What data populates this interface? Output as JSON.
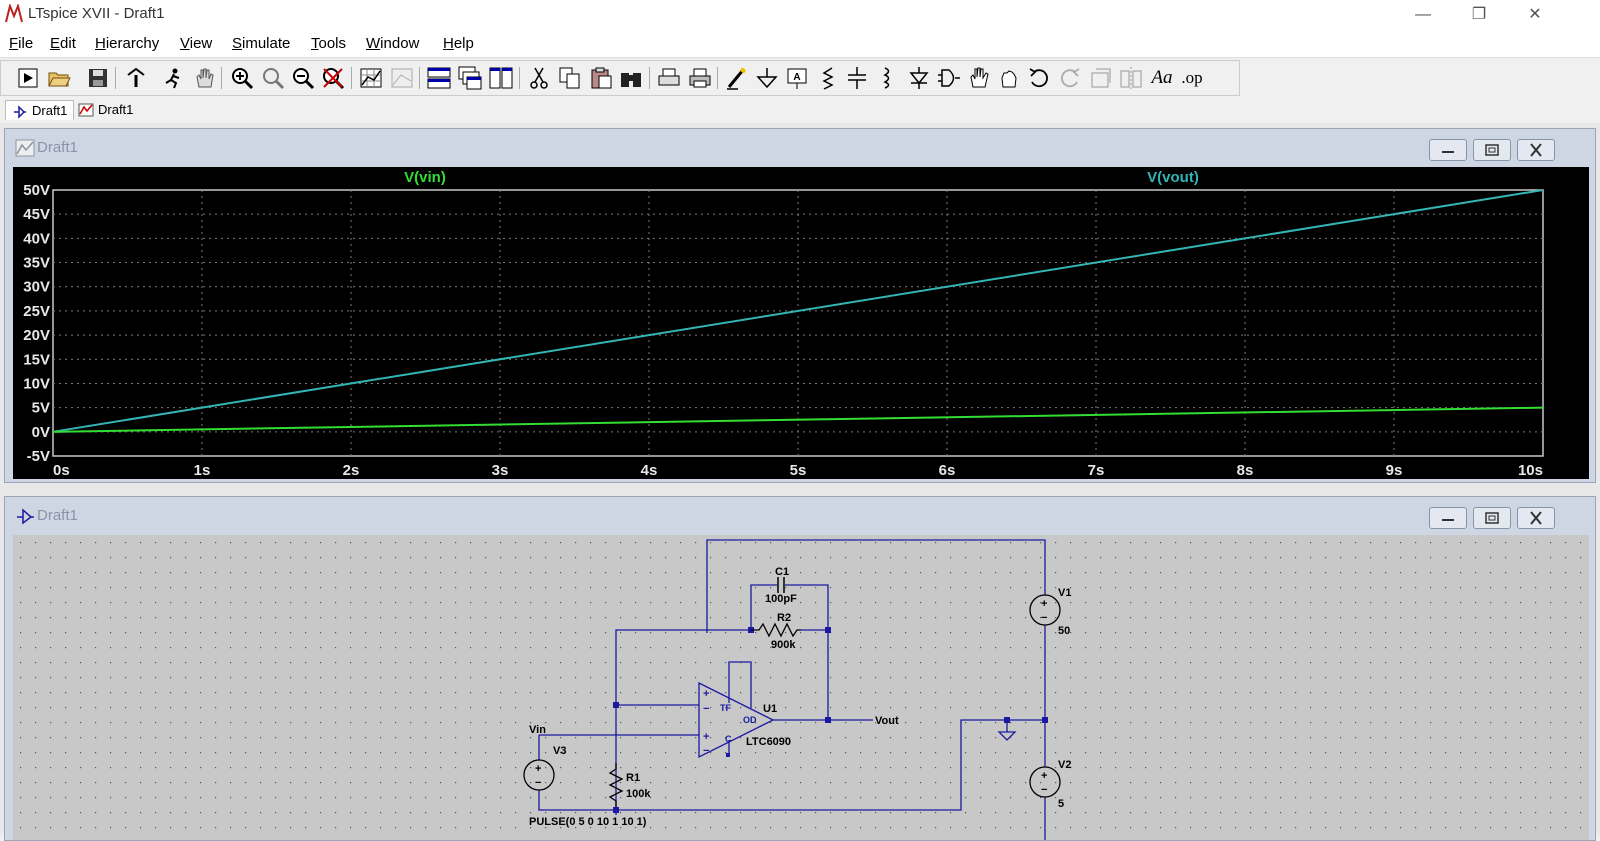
{
  "window": {
    "title": "LTspice XVII - Draft1",
    "controls": {
      "minimize": "—",
      "restore": "❐",
      "close": "✕"
    }
  },
  "menu": [
    "File",
    "Edit",
    "Hierarchy",
    "View",
    "Simulate",
    "Tools",
    "Window",
    "Help"
  ],
  "toolbar": {
    "icons": [
      "run-icon",
      "open-icon",
      "save-icon",
      "control-panel-icon",
      "halt-icon",
      "pan-icon",
      "zoom-in-icon",
      "zoom-area-icon",
      "zoom-out-icon",
      "zoom-cancel-icon",
      "autorange-icon",
      "blank-plot-icon",
      "tile-horizontal-icon",
      "cascade-icon",
      "tile-vertical-icon",
      "cut-icon",
      "copy-icon",
      "paste-icon",
      "find-icon",
      "print-setup-icon",
      "print-icon",
      "wire-icon",
      "ground-icon",
      "label-net-icon",
      "resistor-icon",
      "capacitor-icon",
      "inductor-icon",
      "diode-icon",
      "component-icon",
      "move-icon",
      "drag-icon",
      "undo-icon",
      "redo-icon",
      "rotate-icon",
      "mirror-icon",
      "text-icon",
      "spice-directive-icon"
    ],
    "text_label": "Aa",
    "op_label": ".op"
  },
  "tabs": [
    {
      "label": "Draft1",
      "icon": "schematic-icon",
      "active": true
    },
    {
      "label": "Draft1",
      "icon": "waveform-icon",
      "active": false
    }
  ],
  "plot_window": {
    "title": "Draft1"
  },
  "schematic_window": {
    "title": "Draft1"
  },
  "colors": {
    "vin": "#33dd33",
    "vout": "#33b5b5",
    "wire": "#1a1aa0",
    "plot_bg": "#000000",
    "grid": "#7a7a7a"
  },
  "chart_data": {
    "type": "line",
    "x_ticks": [
      "0s",
      "1s",
      "2s",
      "3s",
      "4s",
      "5s",
      "6s",
      "7s",
      "8s",
      "9s",
      "10s"
    ],
    "y_ticks": [
      "50V",
      "45V",
      "40V",
      "35V",
      "30V",
      "25V",
      "20V",
      "15V",
      "10V",
      "5V",
      "0V",
      "-5V"
    ],
    "xlim": [
      0,
      10
    ],
    "ylim": [
      -5,
      50
    ],
    "grid": true,
    "series": [
      {
        "name": "V(vin)",
        "x": [
          0,
          10
        ],
        "y": [
          0,
          5
        ]
      },
      {
        "name": "V(vout)",
        "x": [
          0,
          10
        ],
        "y": [
          0,
          50
        ]
      }
    ]
  },
  "schematic": {
    "c1": {
      "ref": "C1",
      "value": "100pF"
    },
    "r2": {
      "ref": "R2",
      "value": "900k"
    },
    "r1": {
      "ref": "R1",
      "value": "100k"
    },
    "u1": {
      "ref": "U1",
      "value": "LTC6090",
      "pin_tf": "TF",
      "pin_od": "OD",
      "pin_c": "C"
    },
    "v1": {
      "ref": "V1",
      "value": "50"
    },
    "v2": {
      "ref": "V2",
      "value": "5"
    },
    "v3": {
      "ref": "V3",
      "value": "PULSE(0 5 0 10 1 10 1)"
    },
    "net_vin": "Vin",
    "net_vout": "Vout",
    "plus": "+",
    "minus": "−"
  }
}
